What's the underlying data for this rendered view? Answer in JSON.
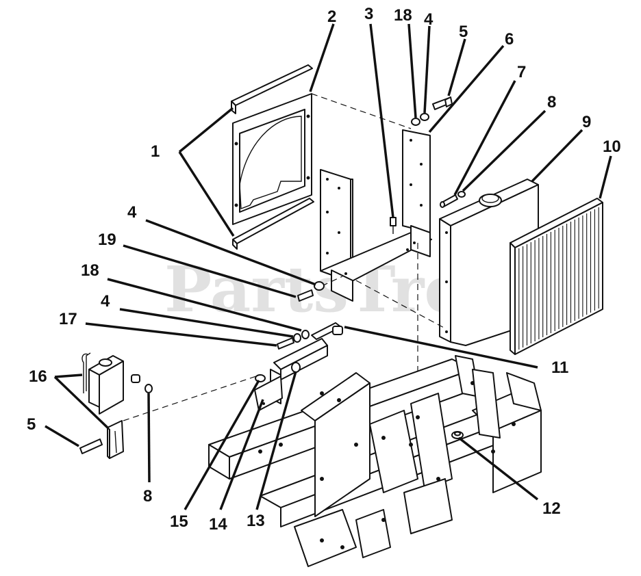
{
  "watermark": {
    "text": "PartsTree",
    "mark": "™"
  },
  "callouts": {
    "c1": "1",
    "c2": "2",
    "c3": "3",
    "c4a": "4",
    "c4b": "4",
    "c4c": "4",
    "c5a": "5",
    "c5b": "5",
    "c6": "6",
    "c7": "7",
    "c8a": "8",
    "c8b": "8",
    "c9": "9",
    "c10": "10",
    "c11": "11",
    "c12": "12",
    "c13": "13",
    "c14": "14",
    "c15": "15",
    "c16": "16",
    "c17": "17",
    "c18a": "18",
    "c18b": "18",
    "c19": "19"
  }
}
